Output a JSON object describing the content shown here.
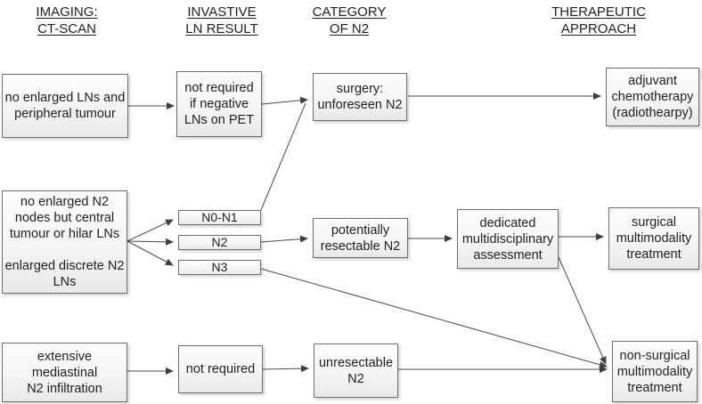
{
  "headers": {
    "imaging": "IMAGING:\nCT-SCAN",
    "invasive": "INVASTIVE\nLN RESULT",
    "category": "CATEGORY\nOF N2",
    "therapeutic": "THERAPEUTIC\nAPPROACH"
  },
  "nodes": {
    "no_enlarged_lns": "no enlarged LNs and\nperipheral tumour",
    "central_or_hilar": "no enlarged N2\nnodes but central\ntumour or hilar LNs\n\nenlarged discrete N2\nLNs",
    "extensive_mediastinal": "extensive\nmediastinal\nN2 infiltration",
    "pet_not_required": "not required\nif negative\nLNs on PET",
    "n0_n1": "N0-N1",
    "n2": "N2",
    "n3": "N3",
    "not_required": "not required",
    "surgery_unforeseen": "surgery:\nunforeseen N2",
    "potentially_resectable": "potentially\nresectable N2",
    "unresectable": "unresectable\nN2",
    "assessment": "dedicated\nmultidisciplinary\nassessment",
    "adjuvant": "adjuvant\nchemotherapy\n(radiothearpy)",
    "surgical_multimodality": "surgical\nmultimodality\ntreatment",
    "nonsurgical_multimodality": "non-surgical\nmultimodality\ntreatment"
  },
  "colors": {
    "box_border": "#6e6e6e",
    "box_fill_top": "#fdfdfd",
    "box_fill_bottom": "#e9e9e9",
    "arrow": "#4a4a4a",
    "text": "#1f1f1f",
    "background": "#ffffff"
  }
}
